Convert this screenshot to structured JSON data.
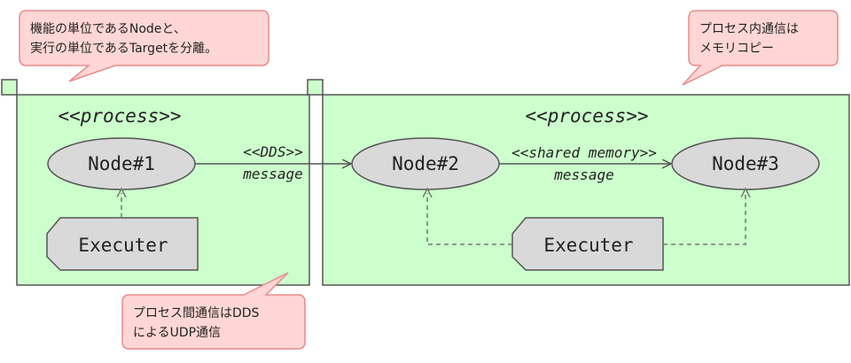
{
  "callouts": {
    "top_left": [
      "機能の単位であるNodeと、",
      "実行の単位であるTargetを分離。"
    ],
    "top_right": [
      "プロセス内通信は",
      "メモリコピー"
    ],
    "bottom": [
      "プロセス間通信はDDS",
      "によるUDP通信"
    ]
  },
  "process_left": {
    "stereotype": "<<process>>",
    "node": "Node#1",
    "executer": "Executer"
  },
  "process_right": {
    "stereotype": "<<process>>",
    "node_a": "Node#2",
    "node_b": "Node#3",
    "executer": "Executer"
  },
  "links": {
    "dds": {
      "stereotype": "<<DDS>>",
      "label": "message"
    },
    "shm": {
      "stereotype": "<<shared memory>>",
      "label": "message"
    }
  },
  "colors": {
    "process_fill": "#ccffcc",
    "node_fill": "#d9d9d9",
    "callout_fill": "#ffd6d6",
    "callout_stroke": "#e88a8a",
    "line": "#555555"
  }
}
